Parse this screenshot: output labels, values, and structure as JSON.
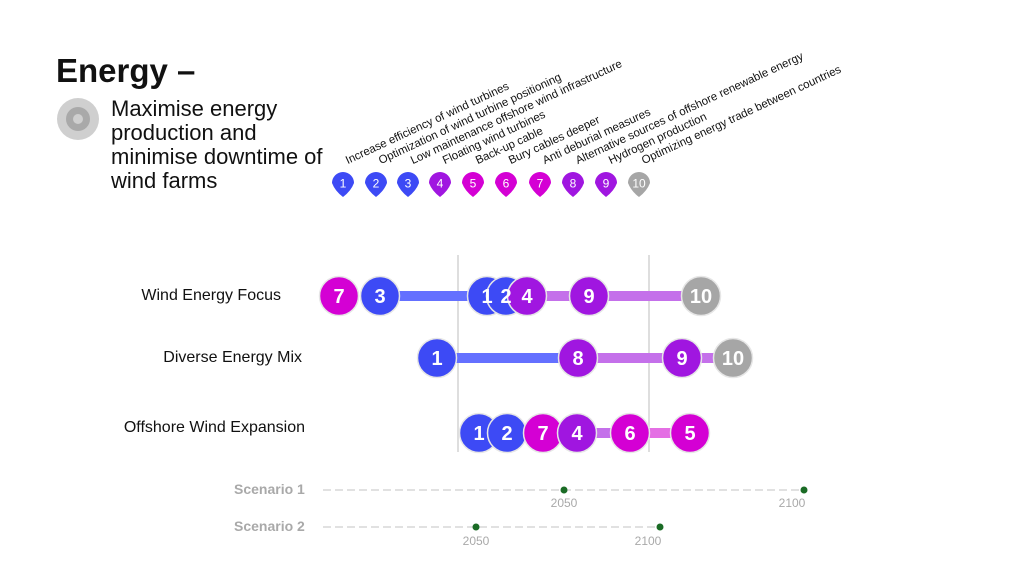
{
  "header": {
    "title": "Energy –",
    "subtitle": "Maximise energy production and minimise downtime of wind farms",
    "icon": "target-icon"
  },
  "colors": {
    "blue": "#3d4af5",
    "purple": "#a016e0",
    "magenta": "#d400d4",
    "grey": "#a6a6a6",
    "blue_line": "#6470ff",
    "purple_line": "#c470ea",
    "magenta_line": "#e46fe4",
    "dot": "#1a6b25"
  },
  "measures": [
    {
      "id": "1",
      "label": "Increase efficiency of wind turbines",
      "color": "blue"
    },
    {
      "id": "2",
      "label": "Optimization of wind turbine positioning",
      "color": "blue"
    },
    {
      "id": "3",
      "label": "Low maintenance offshore wind infrastructure",
      "color": "blue"
    },
    {
      "id": "4",
      "label": "Floating wind turbines",
      "color": "purple"
    },
    {
      "id": "5",
      "label": "Back-up cable",
      "color": "magenta"
    },
    {
      "id": "6",
      "label": "Bury cables deeper",
      "color": "magenta"
    },
    {
      "id": "7",
      "label": "Anti deburial measures",
      "color": "magenta"
    },
    {
      "id": "8",
      "label": "Alternative sources of offshore renewable energy",
      "color": "purple"
    },
    {
      "id": "9",
      "label": "Hydrogen production",
      "color": "purple"
    },
    {
      "id": "10",
      "label": "Optimizing energy trade between countries",
      "color": "grey"
    }
  ],
  "pathways": [
    {
      "name": "Wind Energy Focus",
      "sequence": [
        "7",
        "3",
        "1",
        "2",
        "4",
        "9",
        "10"
      ]
    },
    {
      "name": "Diverse Energy Mix",
      "sequence": [
        "1",
        "8",
        "9",
        "10"
      ]
    },
    {
      "name": "Offshore Wind Expansion",
      "sequence": [
        "1",
        "2",
        "7",
        "4",
        "6",
        "5"
      ]
    }
  ],
  "scenarios": [
    {
      "name": "Scenario 1",
      "ticks": [
        "2050",
        "2100"
      ]
    },
    {
      "name": "Scenario 2",
      "ticks": [
        "2050",
        "2100"
      ]
    }
  ]
}
